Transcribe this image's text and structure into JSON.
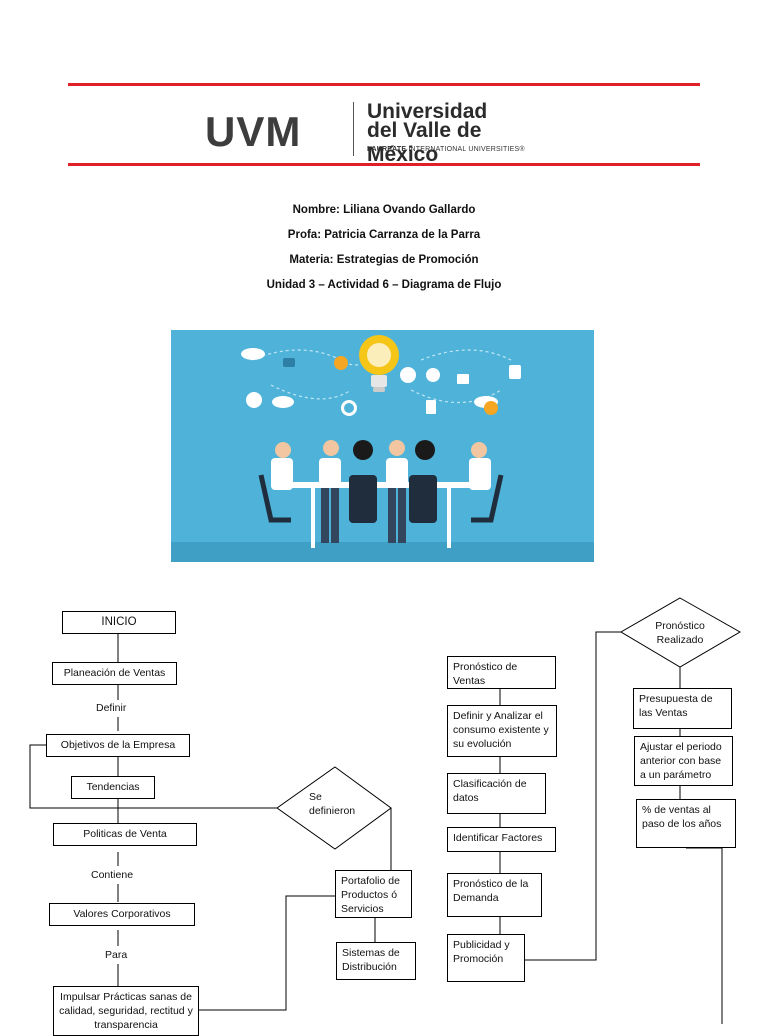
{
  "header": {
    "logo_mark": "UVM",
    "logo_line1": "Universidad",
    "logo_line2": "del Valle de México",
    "logo_tagline_bold": "LAUREATE",
    "logo_tagline": "INTERNATIONAL UNIVERSITIES®",
    "brand_color": "#e01f26"
  },
  "info": {
    "nombre": "Nombre: Liliana Ovando Gallardo",
    "profa": "Profa: Patricia Carranza de la Parra",
    "materia": "Materia: Estrategias de Promoción",
    "unidad": "Unidad 3 – Actividad 6 – Diagrama de Flujo"
  },
  "flow": {
    "inicio": "INICIO",
    "planeacion": "Planeación de Ventas",
    "definir": "Definir",
    "objetivos": "Objetivos de la Empresa",
    "tendencias": "Tendencias",
    "se_definieron_1": "Se",
    "se_definieron_2": "definieron",
    "politicas": "Politicas de Venta",
    "contiene": "Contiene",
    "valores": "Valores Corporativos",
    "para": "Para",
    "impulsar": "Impulsar Prácticas sanas de calidad, seguridad, rectitud y transparencia",
    "portafolio": "Portafolio de Productos ó Servicios",
    "sistemas": "Sistemas de Distribución",
    "pronostico_ventas": "Pronóstico de Ventas",
    "definir_analizar": "Definir y Analizar el consumo existente y su evolución",
    "clasificacion": "Clasificación de datos",
    "identificar": "Identificar Factores",
    "pronostico_demanda": "Pronóstico de la Demanda",
    "publicidad": "Publicidad y Promoción",
    "pronostico_realizado_1": "Pronóstico",
    "pronostico_realizado_2": "Realizado",
    "presupuesta": "Presupuesta de las Ventas",
    "ajustar": "Ajustar el periodo anterior con base a un parámetro",
    "porcentaje": "% de ventas al paso de los años"
  }
}
